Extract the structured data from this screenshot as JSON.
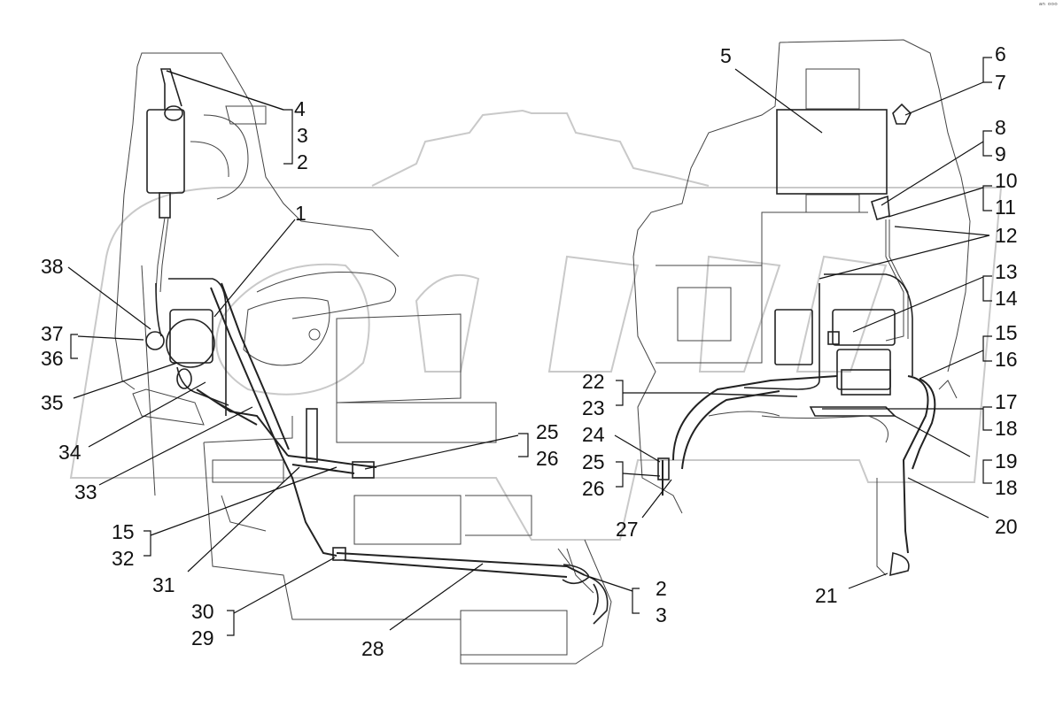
{
  "figure": {
    "corner_mark": "ᵃⁿ ᵒᵒᵒ",
    "watermark_text": "OPEX",
    "labels": {
      "l1": "1",
      "l2a": "2",
      "l3a": "3",
      "l4": "4",
      "l5": "5",
      "l6": "6",
      "l7": "7",
      "l8": "8",
      "l9": "9",
      "l10": "10",
      "l11": "11",
      "l12": "12",
      "l13": "13",
      "l14": "14",
      "l15a": "15",
      "l16": "16",
      "l17": "17",
      "l18a": "18",
      "l19": "19",
      "l18b": "18",
      "l20": "20",
      "l21": "21",
      "l22": "22",
      "l23": "23",
      "l24": "24",
      "l25a": "25",
      "l26a": "26",
      "l27": "27",
      "l25b": "25",
      "l26b": "26",
      "l2b": "2",
      "l3b": "3",
      "l28": "28",
      "l29": "29",
      "l30": "30",
      "l31": "31",
      "l15b": "15",
      "l32": "32",
      "l33": "33",
      "l34": "34",
      "l35": "35",
      "l36": "36",
      "l37": "37",
      "l38": "38"
    }
  }
}
